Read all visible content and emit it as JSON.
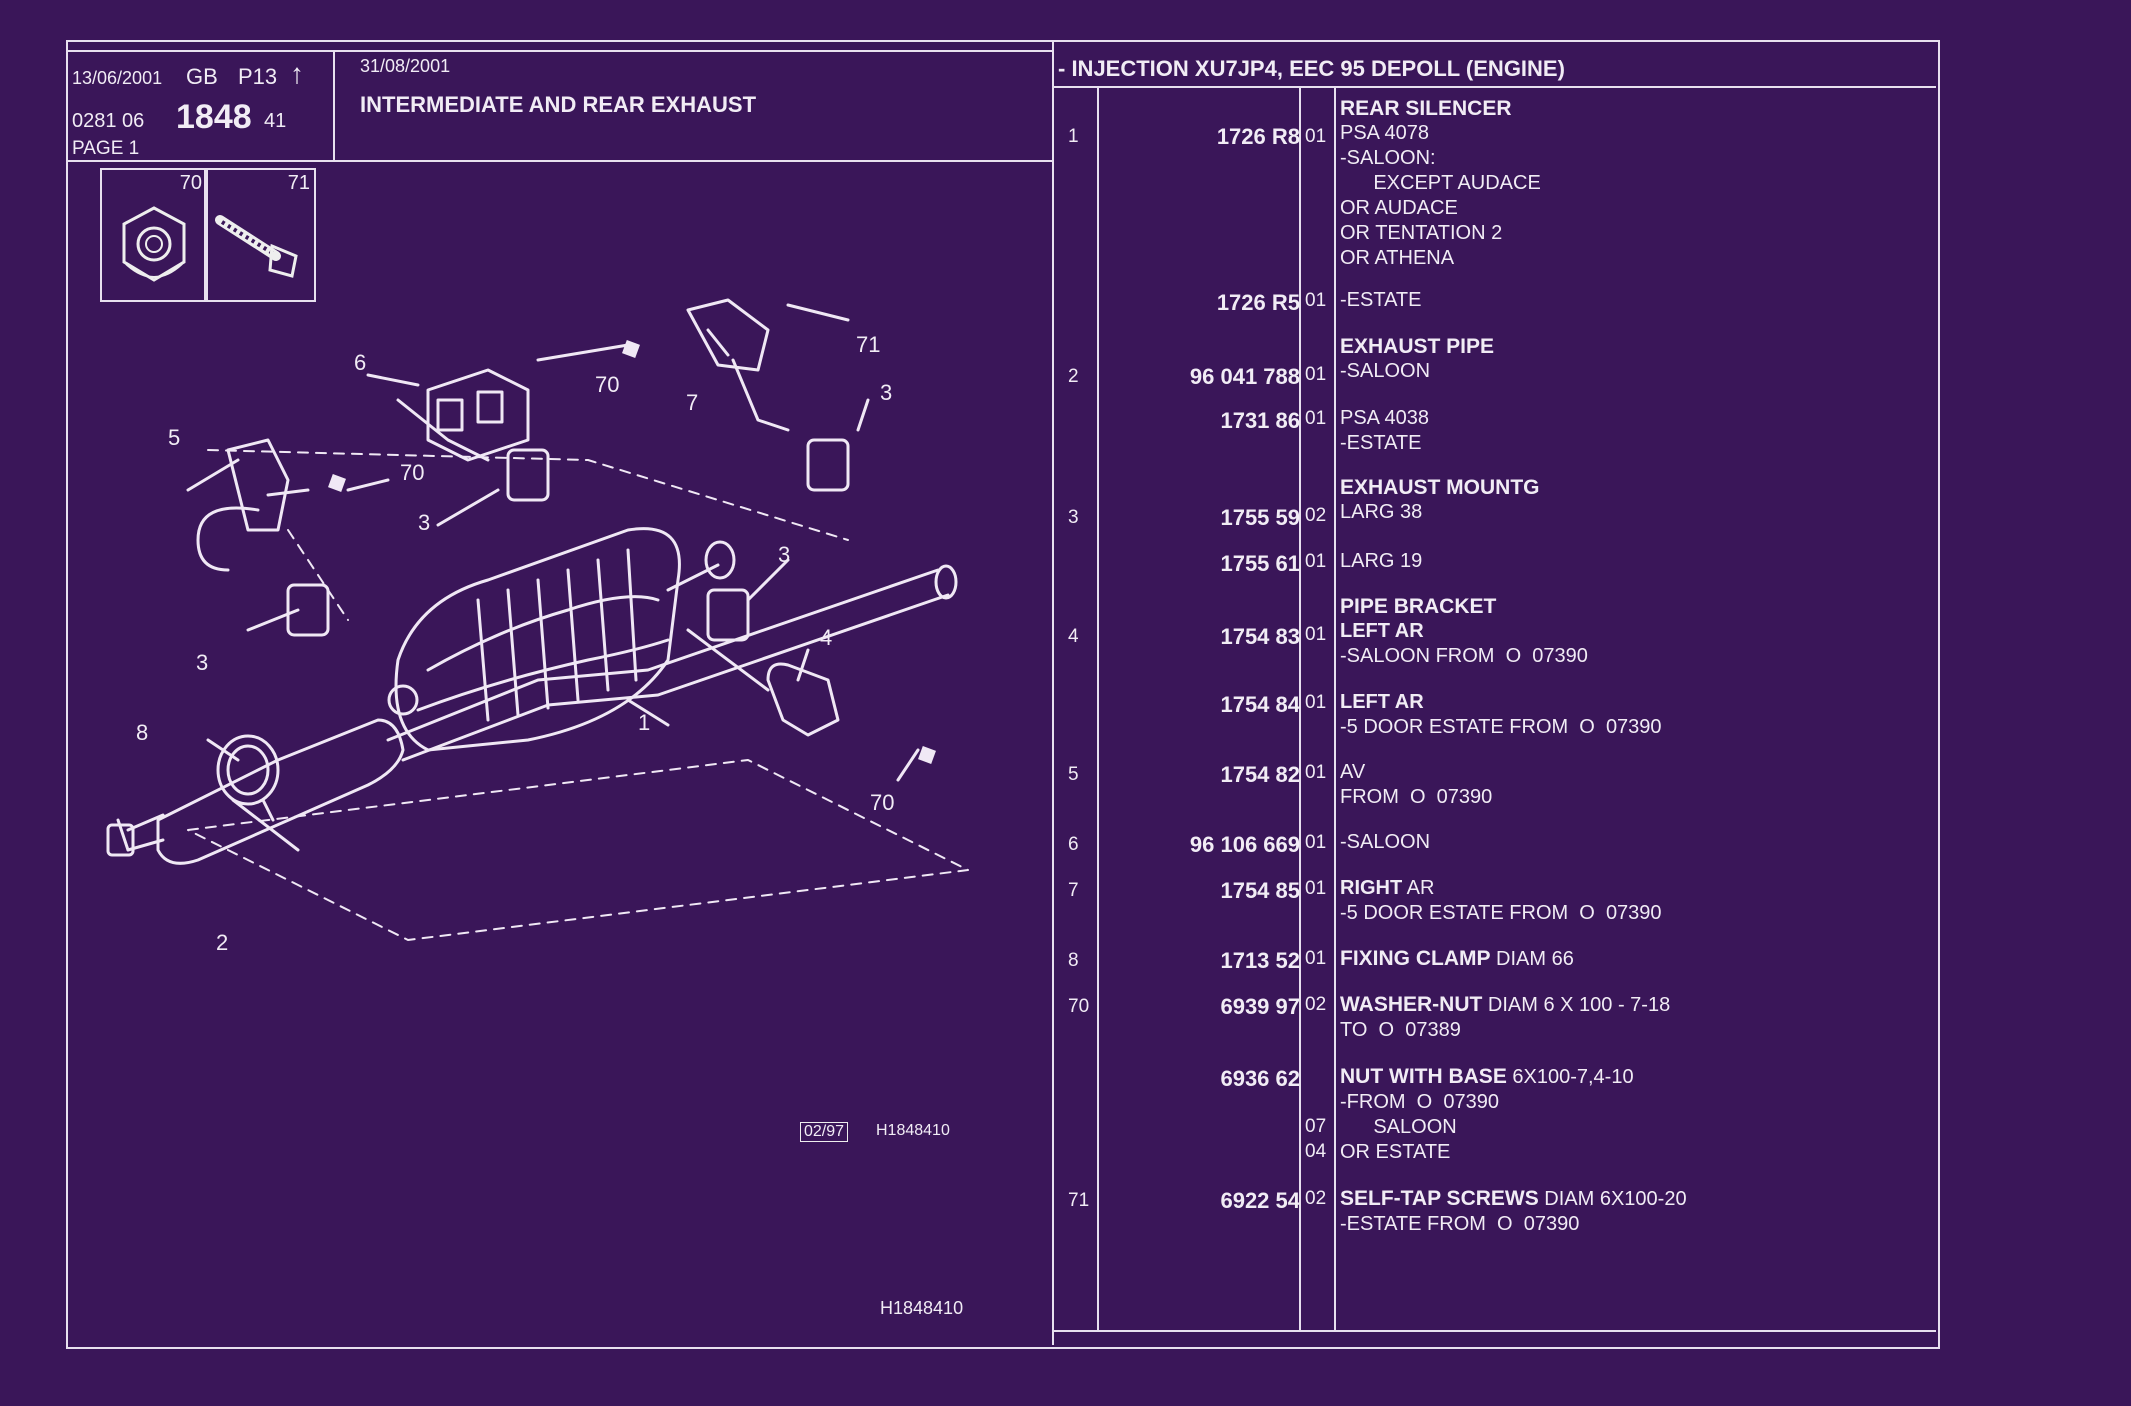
{
  "header": {
    "date_left": "13/06/2001",
    "lang": "GB",
    "page_code": "P13",
    "arrow": "↑",
    "doc_prefix": "0281 06",
    "doc_main": "1848",
    "doc_suffix": "41",
    "page_label": "PAGE 1",
    "date_right": "31/08/2001",
    "title": "INTERMEDIATE AND REAR EXHAUST",
    "engine": "- INJECTION XU7JP4, EEC 95 DEPOLL (ENGINE)"
  },
  "legend_boxes": [
    {
      "num": "70",
      "icon": "nut-icon"
    },
    {
      "num": "71",
      "icon": "screw-icon"
    }
  ],
  "drawing": {
    "stamp": "02/97",
    "ref_small": "H1848410",
    "ref_bottom": "H1848410",
    "callouts": [
      "1",
      "2",
      "3",
      "3",
      "3",
      "3",
      "4",
      "5",
      "6",
      "7",
      "8",
      "70",
      "70",
      "70",
      "71"
    ]
  },
  "parts": [
    {
      "num": "1",
      "ref": "1726 R8",
      "ver": "01",
      "title": "REAR SILENCER",
      "title_extra": "",
      "lines": [
        "PSA 4078",
        "-SALOON:",
        "      EXCEPT AUDACE",
        "OR AUDACE",
        "OR TENTATION 2",
        "OR ATHENA"
      ]
    },
    {
      "num": "",
      "ref": "1726 R5",
      "ver": "01",
      "title": "",
      "title_extra": "",
      "lines": [
        "-ESTATE"
      ]
    },
    {
      "num": "2",
      "ref": "96 041 788",
      "ver": "01",
      "title": "EXHAUST PIPE",
      "title_extra": "",
      "lines": [
        "-SALOON"
      ]
    },
    {
      "num": "",
      "ref": "1731 86",
      "ver": "01",
      "title": "",
      "title_extra": "",
      "lines": [
        "PSA 4038",
        "-ESTATE"
      ]
    },
    {
      "num": "3",
      "ref": "1755 59",
      "ver": "02",
      "title": "EXHAUST MOUNTG",
      "title_extra": "",
      "lines": [
        "LARG 38"
      ]
    },
    {
      "num": "",
      "ref": "1755 61",
      "ver": "01",
      "title": "",
      "title_extra": "",
      "lines": [
        "LARG 19"
      ]
    },
    {
      "num": "4",
      "ref": "1754 83",
      "ver": "01",
      "title": "PIPE BRACKET",
      "title_extra": "",
      "lines": [
        "LEFT AR",
        "-SALOON FROM  O  07390"
      ]
    },
    {
      "num": "",
      "ref": "1754 84",
      "ver": "01",
      "title": "",
      "title_extra": "",
      "lines": [
        "LEFT AR",
        "-5 DOOR ESTATE FROM  O  07390"
      ]
    },
    {
      "num": "5",
      "ref": "1754 82",
      "ver": "01",
      "title": "",
      "title_extra": "",
      "lines": [
        "AV",
        "FROM  O  07390"
      ]
    },
    {
      "num": "6",
      "ref": "96 106 669",
      "ver": "01",
      "title": "",
      "title_extra": "",
      "lines": [
        "-SALOON"
      ]
    },
    {
      "num": "7",
      "ref": "1754 85",
      "ver": "01",
      "title": "RIGHT",
      "title_extra": " AR",
      "lines": [
        "-5 DOOR ESTATE FROM  O  07390"
      ]
    },
    {
      "num": "8",
      "ref": "1713 52",
      "ver": "01",
      "title": "FIXING CLAMP",
      "title_extra": " DIAM 66",
      "lines": []
    },
    {
      "num": "70",
      "ref": "6939 97",
      "ver": "02",
      "title": "WASHER-NUT",
      "title_extra": " DIAM 6 X 100 - 7-18",
      "lines": [
        "TO  O  07389"
      ]
    },
    {
      "num": "",
      "ref": "6936 62",
      "ver": "",
      "title": "NUT WITH BASE",
      "title_extra": " 6X100-7,4-10",
      "lines": [
        "-FROM  O  07390",
        "      SALOON",
        "OR ESTATE"
      ],
      "sub_vers": [
        "07",
        "04"
      ]
    },
    {
      "num": "71",
      "ref": "6922 54",
      "ver": "02",
      "title": "SELF-TAP SCREWS",
      "title_extra": " DIAM 6X100-20",
      "lines": [
        "-ESTATE FROM  O  07390"
      ]
    }
  ]
}
